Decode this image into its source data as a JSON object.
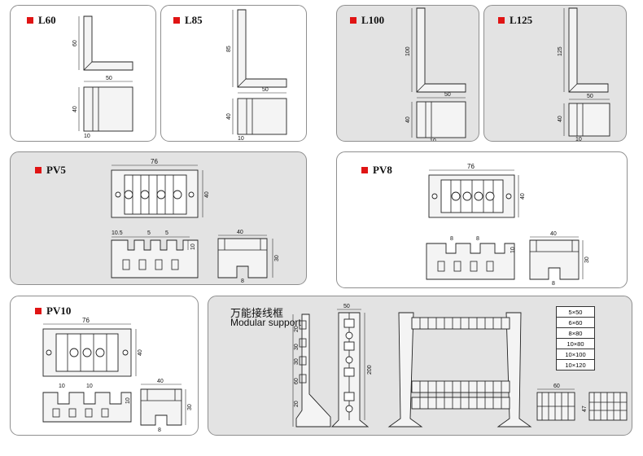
{
  "panels": {
    "l60": {
      "title": "L60",
      "dims": [
        "60",
        "50",
        "40",
        "10"
      ]
    },
    "l85": {
      "title": "L85",
      "dims": [
        "85",
        "50",
        "40",
        "10"
      ]
    },
    "l100": {
      "title": "L100",
      "dims": [
        "100",
        "50",
        "40",
        "10"
      ]
    },
    "l125": {
      "title": "L125",
      "dims": [
        "125",
        "50",
        "40",
        "10"
      ]
    },
    "pv5": {
      "title": "PV5",
      "dims": [
        "76",
        "40",
        "10.5",
        "5",
        "5",
        "10",
        "40",
        "30",
        "8"
      ]
    },
    "pv8": {
      "title": "PV8",
      "dims": [
        "76",
        "40",
        "8",
        "8",
        "10",
        "40",
        "30",
        "8"
      ]
    },
    "pv10": {
      "title": "PV10",
      "dims": [
        "76",
        "40",
        "10",
        "10",
        "10",
        "40",
        "30",
        "8"
      ]
    },
    "modular": {
      "title_cn": "万能接线框",
      "title_en": "Modular support",
      "dims": [
        "20",
        "30",
        "30",
        "60",
        "20",
        "50",
        "200",
        "60",
        "47"
      ],
      "specs": [
        "5×50",
        "6×60",
        "8×80",
        "10×80",
        "10×100",
        "10×120"
      ]
    }
  },
  "colors": {
    "marker": "#e01414",
    "grey_panel": "#e3e3e3",
    "border": "#8f8f8f"
  }
}
